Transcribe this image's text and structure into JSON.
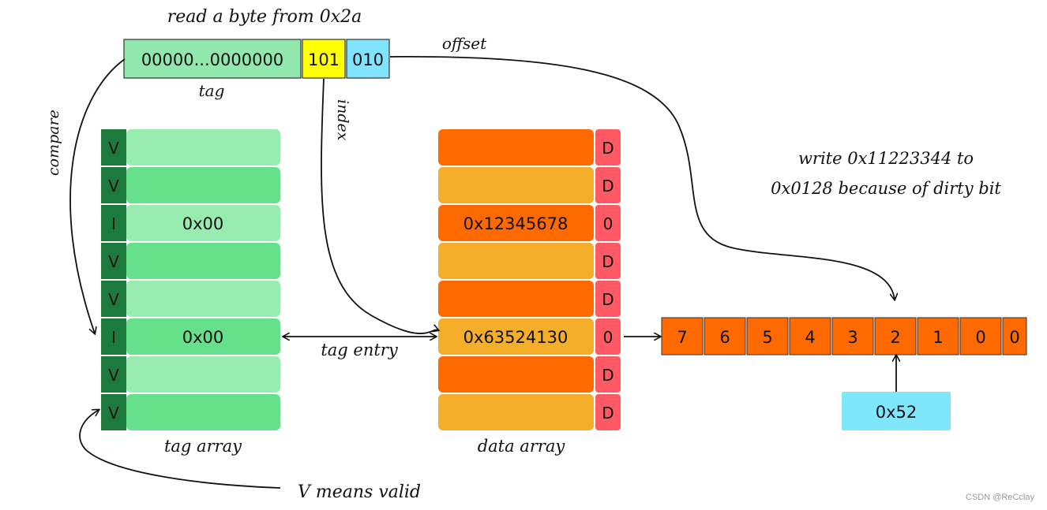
{
  "title": "read a byte from 0x2a",
  "address": {
    "tag_bits": "00000...0000000",
    "index_bits": "101",
    "offset_bits": "010",
    "tag_label": "tag",
    "offset_label": "offset",
    "index_label": "index"
  },
  "compare_label": "compare",
  "tag_array": {
    "label": "tag array",
    "rows": [
      {
        "flag": "V",
        "value": ""
      },
      {
        "flag": "V",
        "value": ""
      },
      {
        "flag": "I",
        "value": "0x00"
      },
      {
        "flag": "V",
        "value": ""
      },
      {
        "flag": "V",
        "value": ""
      },
      {
        "flag": "I",
        "value": "0x00"
      },
      {
        "flag": "V",
        "value": ""
      },
      {
        "flag": "V",
        "value": ""
      }
    ]
  },
  "data_array": {
    "label": "data array",
    "rows": [
      {
        "value": "",
        "flag": "D"
      },
      {
        "value": "",
        "flag": "D"
      },
      {
        "value": "0x12345678",
        "flag": "0"
      },
      {
        "value": "",
        "flag": "D"
      },
      {
        "value": "",
        "flag": "D"
      },
      {
        "value": "0x63524130",
        "flag": "0"
      },
      {
        "value": "",
        "flag": "D"
      },
      {
        "value": "",
        "flag": "D"
      }
    ]
  },
  "tag_entry_label": "tag entry",
  "write_note": [
    "write 0x11223344 to",
    "0x0128 because of dirty bit"
  ],
  "byte_row": [
    "7",
    "6",
    "5",
    "4",
    "3",
    "2",
    "1",
    "0",
    "0"
  ],
  "input_value": "0x52",
  "legend_note": "V means valid",
  "watermark": "CSDN @ReCclay",
  "colors": {
    "tag_green": "#90e8ac",
    "index_yellow": "#ffff00",
    "offset_cyan": "#80e4ff",
    "valid_dark": "#1c7a3c",
    "row_light_green": "#98ecb0",
    "row_green": "#66e08a",
    "data_orange": "#ff6a00",
    "data_amber": "#f4ae2a",
    "dirty_red": "#ff5a64",
    "value_cyan": "#80e6fa"
  }
}
